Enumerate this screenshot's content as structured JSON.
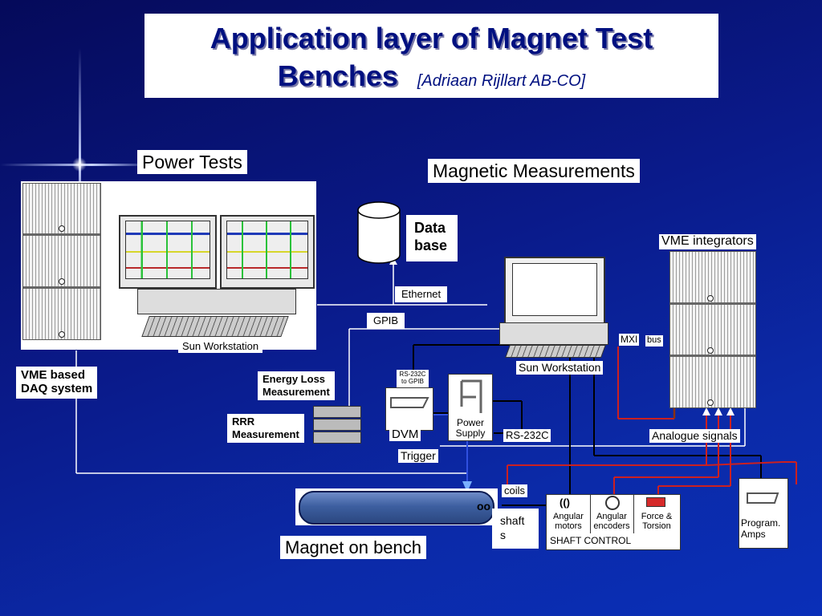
{
  "title": {
    "line1": "Application layer of Magnet Test",
    "line2": "Benches",
    "author": "[Adriaan Rijllart AB-CO]"
  },
  "labels": {
    "power_tests": "Power Tests",
    "magnetic_measurements": "Magnetic Measurements",
    "data_base_l1": "Data",
    "data_base_l2": "base",
    "vme_integrators": "VME integrators",
    "ethernet": "Ethernet",
    "gpib": "GPIB",
    "sun_workstation_left": "Sun Workstation",
    "sun_workstation_right": "Sun Workstation",
    "mxi": "MXI",
    "bus": "bus",
    "vme_daq_l1": "VME based",
    "vme_daq_l2": "DAQ system",
    "energy_loss_l1": "Energy Loss",
    "energy_loss_l2": "Measurement",
    "rrr_l1": "RRR",
    "rrr_l2": "Measurement",
    "rs232c_gpib_l1": "RS-232C",
    "rs232c_gpib_l2": "to GPIB",
    "dvm": "DVM",
    "power_supply_l1": "Power",
    "power_supply_l2": "Supply",
    "rs232c": "RS-232C",
    "analogue_signals": "Analogue signals",
    "trigger": "Trigger",
    "coils": "coils",
    "shafts_l1": "shaft",
    "shafts_l2": "s",
    "angular_motors_l1": "Angular",
    "angular_motors_l2": "motors",
    "angular_encoders_l1": "Angular",
    "angular_encoders_l2": "encoders",
    "force_torsion_l1": "Force  &",
    "force_torsion_l2": "Torsion",
    "shaft_control": "SHAFT   CONTROL",
    "program_amps_l1": "Program.",
    "program_amps_l2": "Amps",
    "magnet_on_bench": "Magnet on bench"
  },
  "colors": {
    "background": "#0a1a8a",
    "title_text": "#001080",
    "wire_black": "#000000",
    "wire_red": "#cc2020",
    "wire_white": "#ffffff",
    "wire_brown": "#8a3010",
    "magnet_body": "#3d5fa0"
  }
}
